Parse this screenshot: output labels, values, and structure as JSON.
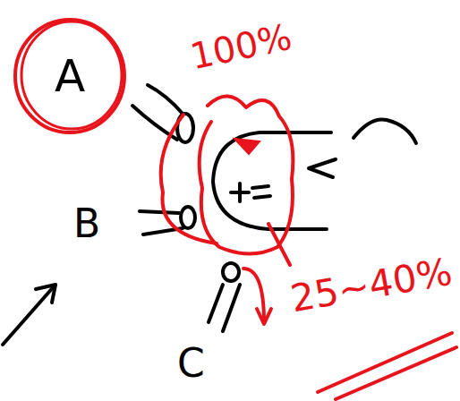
{
  "diagram": {
    "nodes": [
      {
        "text": [
          "A"
        ]
      }
    ],
    "labels": [
      "100%",
      "B",
      "25~40%",
      "C"
    ]
  }
}
